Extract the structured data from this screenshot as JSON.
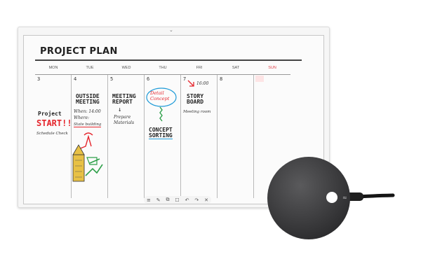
{
  "board": {
    "title": "PROJECT PLAN",
    "days": [
      "MON",
      "TUE",
      "WED",
      "THU",
      "FRI",
      "SAT",
      "SUN"
    ],
    "dates": [
      "3",
      "4",
      "5",
      "6",
      "7",
      "8",
      ""
    ],
    "mon": {
      "line1": "Project",
      "line2": "START!!",
      "line3": "Schedule Check"
    },
    "tue": {
      "heading1": "OUTSIDE",
      "heading2": "MEETING",
      "when": "When: 14:00",
      "where": "Where:",
      "place": "State building"
    },
    "wed": {
      "heading1": "MEETING",
      "heading2": "REPORT",
      "arrow": "↓",
      "sub1": "Prepare",
      "sub2": "Materials"
    },
    "thu": {
      "bubble1": "Detail",
      "bubble2": "Concept",
      "heading1": "CONCEPT",
      "heading2": "SORTING"
    },
    "fri": {
      "time": "16:00",
      "heading1": "STORY",
      "heading2": "BOARD",
      "sub": "Meeting room"
    }
  },
  "toolbar": {
    "menu_icon": "≡",
    "pen_icon": "✎",
    "copy_icon": "⧉",
    "select_icon": "☐",
    "undo_icon": "↶",
    "redo_icon": "↷",
    "close_icon": "✕"
  },
  "colors": {
    "accent_red": "#e5252c",
    "ink_blue": "#1f5fb0",
    "ink_green": "#2fa04a",
    "dongle_body": "#3a3a3c"
  },
  "handle_glyph": "⌄",
  "dongle_logo": "≈"
}
